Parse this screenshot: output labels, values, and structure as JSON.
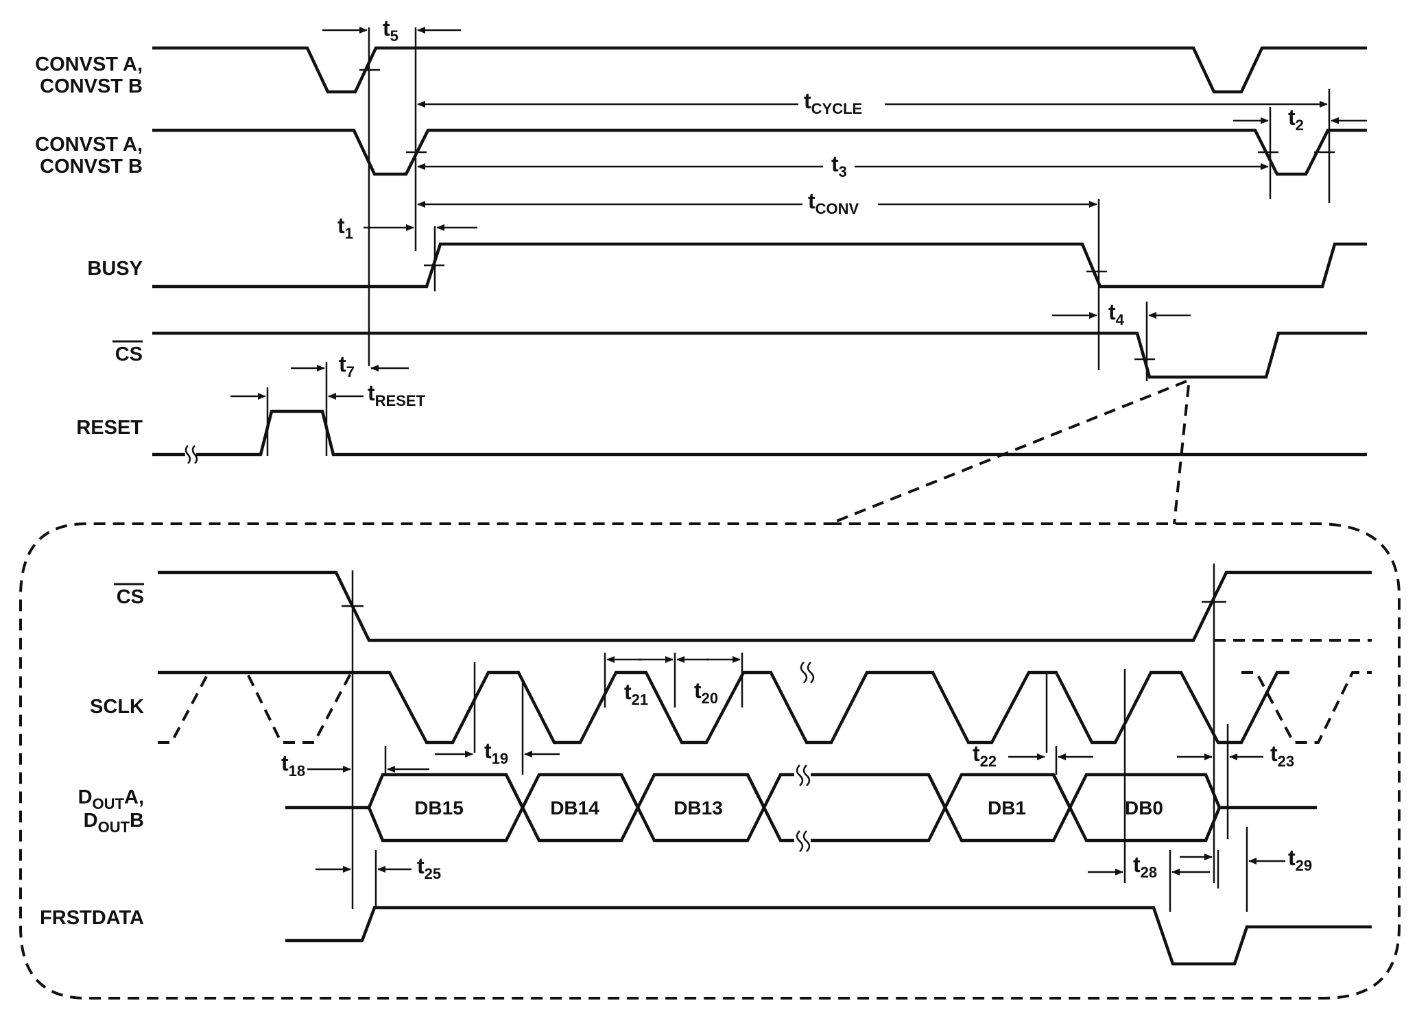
{
  "signals_top": [
    {
      "key": "convst1",
      "lines": [
        "CONVST A,",
        "CONVST B"
      ]
    },
    {
      "key": "convst2",
      "lines": [
        "CONVST A,",
        "CONVST B"
      ]
    },
    {
      "key": "busy",
      "lines": [
        "BUSY"
      ]
    },
    {
      "key": "cs",
      "lines": [
        "CS"
      ],
      "overbar": true
    },
    {
      "key": "reset",
      "lines": [
        "RESET"
      ]
    }
  ],
  "signals_bottom": [
    {
      "key": "cs2",
      "lines": [
        "CS"
      ],
      "overbar": true
    },
    {
      "key": "sclk",
      "lines": [
        "SCLK"
      ]
    },
    {
      "key": "dout",
      "lines": [
        "D",
        "A,",
        "D",
        "B"
      ],
      "subs": [
        "OUT",
        "OUT"
      ]
    },
    {
      "key": "frstdata",
      "lines": [
        "FRSTDATA"
      ]
    }
  ],
  "bus_labels": [
    "DB15",
    "DB14",
    "DB13",
    "DB1",
    "DB0"
  ],
  "timing": {
    "t5": {
      "main": "t",
      "sub": "5"
    },
    "tcycle": {
      "main": "t",
      "sub": "CYCLE"
    },
    "t2": {
      "main": "t",
      "sub": "2"
    },
    "t3": {
      "main": "t",
      "sub": "3"
    },
    "tconv": {
      "main": "t",
      "sub": "CONV"
    },
    "t1": {
      "main": "t",
      "sub": "1"
    },
    "t4": {
      "main": "t",
      "sub": "4"
    },
    "t7": {
      "main": "t",
      "sub": "7"
    },
    "treset": {
      "main": "t",
      "sub": "RESET"
    },
    "t21": {
      "main": "t",
      "sub": "21"
    },
    "t20": {
      "main": "t",
      "sub": "20"
    },
    "t18": {
      "main": "t",
      "sub": "18"
    },
    "t19": {
      "main": "t",
      "sub": "19"
    },
    "t22": {
      "main": "t",
      "sub": "22"
    },
    "t23": {
      "main": "t",
      "sub": "23"
    },
    "t25": {
      "main": "t",
      "sub": "25"
    },
    "t28": {
      "main": "t",
      "sub": "28"
    },
    "t29": {
      "main": "t",
      "sub": "29"
    }
  }
}
